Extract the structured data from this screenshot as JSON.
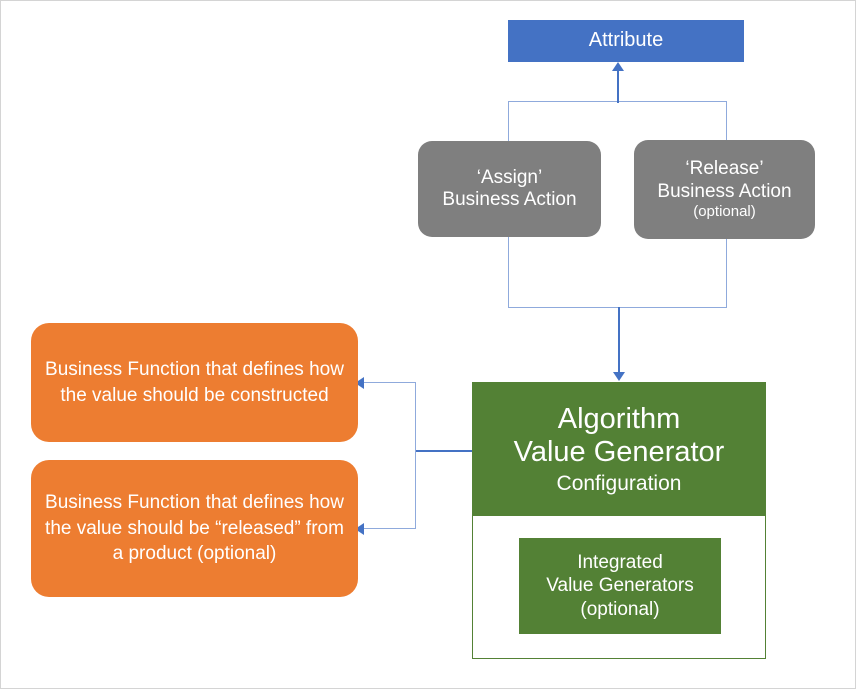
{
  "diagram": {
    "title": "Algorithm Value Generator relationships",
    "colors": {
      "attribute_blue": "#4472C4",
      "action_gray": "#7F7F7F",
      "algorithm_green": "#538135",
      "function_orange": "#ED7D31",
      "connector_blue": "#4472C4",
      "connector_blue_light": "#8FAADC",
      "canvas_background": "#FFFFFF",
      "canvas_border": "#D4D4D4"
    }
  },
  "attribute": {
    "label": "Attribute"
  },
  "assign_action": {
    "line1": "‘Assign’",
    "line2": "Business Action"
  },
  "release_action": {
    "line1": "‘Release’",
    "line2": "Business Action",
    "line3": "(optional)"
  },
  "algorithm": {
    "title_line1": "Algorithm",
    "title_line2": "Value Generator",
    "subtitle": "Configuration",
    "integrated": {
      "line1": "Integrated",
      "line2": "Value Generators",
      "line3": "(optional)"
    }
  },
  "function_construct": {
    "text": "Business Function that defines how the value should be constructed"
  },
  "function_release": {
    "text": "Business Function that defines how the value should be “released” from a product (optional)"
  },
  "connectors": {
    "attribute_arrow": "arrow-up-to-attribute",
    "algorithm_arrow": "arrow-down-to-algorithm",
    "construct_arrow": "arrow-left-to-construct-function",
    "release_arrow": "arrow-left-to-release-function"
  }
}
